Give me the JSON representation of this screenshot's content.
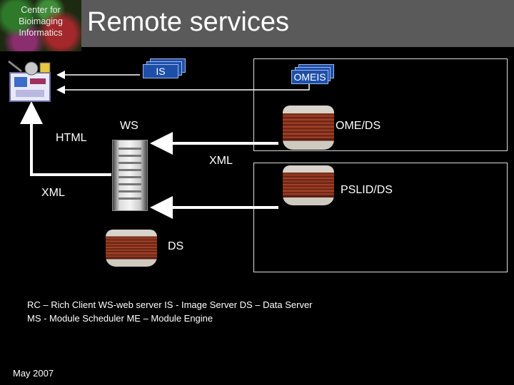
{
  "header": {
    "logo_lines": [
      "Center for",
      "Bioimaging",
      "Informatics"
    ],
    "title": "Remote services"
  },
  "nodes": {
    "is": "IS",
    "omeis": "OMEIS",
    "ws": "WS",
    "html": "HTML",
    "ome_ds": "OME/DS",
    "xml_right": "XML",
    "xml_left": "XML",
    "pslid_ds": "PSLID/DS",
    "ds": "DS"
  },
  "footnote": {
    "line1": "RC – Rich Client   WS-web server   IS -  Image Server DS – Data Server",
    "line2": "MS - Module Scheduler    ME – Module Engine"
  },
  "date": "May 2007",
  "colors": {
    "header_gray": "#5a5a5a",
    "background": "#000000",
    "stack_blue": "#1e4fa8"
  }
}
